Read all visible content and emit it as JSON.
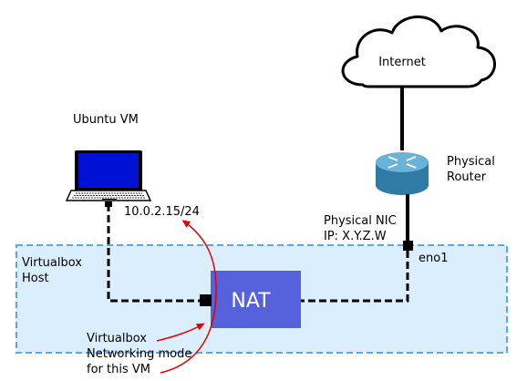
{
  "colors": {
    "host_fill": "#dbeefe",
    "host_border": "#5aa8ec",
    "nat_fill": "#5662dc",
    "router_body": "#2f7ba5",
    "router_top": "#6ab2d8",
    "laptop_screen": "#0011d6",
    "annotation_arrow": "#e60000"
  },
  "cloud": {
    "label": "Internet",
    "icon": "cloud-icon"
  },
  "router": {
    "label_line1": "Physical",
    "label_line2": "Router",
    "icon": "router-icon"
  },
  "physical_nic": {
    "label_line1": "Physical NIC",
    "label_line2": "IP: X.Y.Z.W"
  },
  "eno1": {
    "label": "eno1"
  },
  "vm": {
    "title": "Ubuntu VM",
    "ip": "10.0.2.15/24",
    "icon": "laptop-icon"
  },
  "host": {
    "label_line1": "Virtualbox",
    "label_line2": "Host"
  },
  "nat": {
    "label": "NAT"
  },
  "annotation": {
    "line1": "Virtualbox",
    "line2": "Networking mode",
    "line3": "for this VM"
  }
}
